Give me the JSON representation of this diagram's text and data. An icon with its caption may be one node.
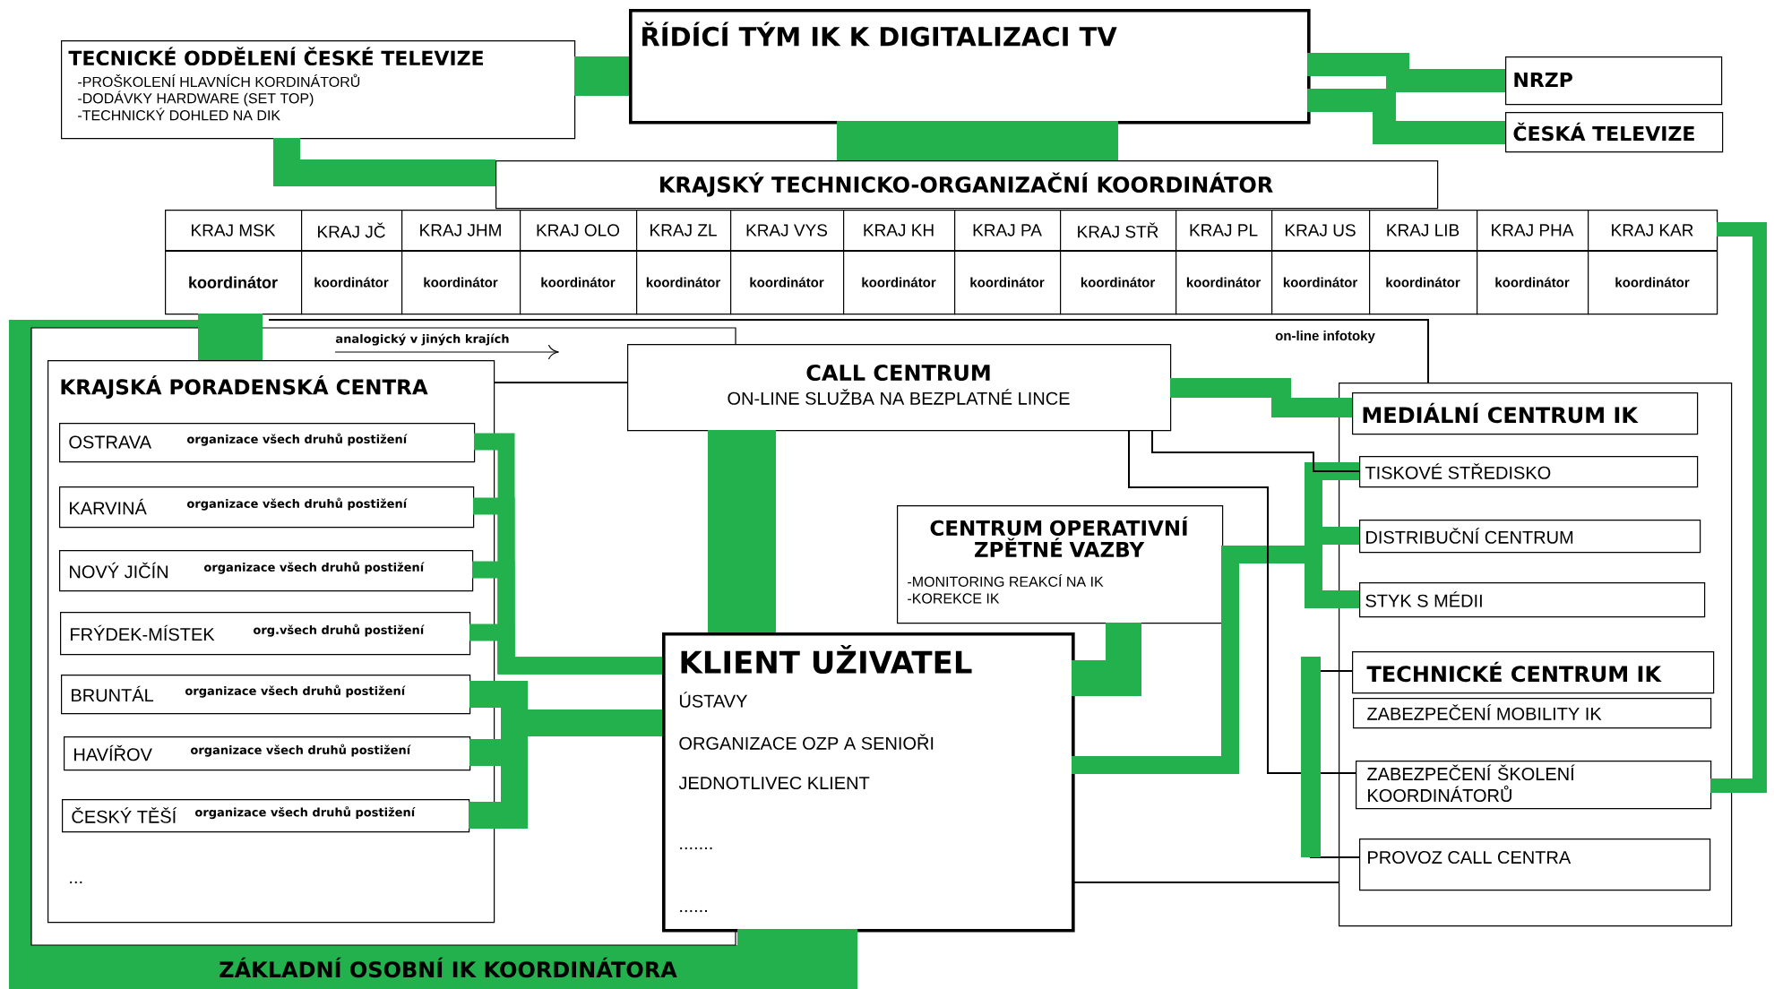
{
  "diagram": {
    "nodes": [
      {
        "text": [
          "ŘÍDÍCÍ TÝM IK K DIGITALIZACI TV"
        ]
      },
      {
        "text": [
          "TECNICKÉ ODDĚLENÍ ČESKÉ TELEVIZE",
          "-PROŠKOLENÍ HLAVNÍCH KORDINÁTORŮ",
          "-DODÁVKY HARDWARE (SET TOP)",
          "-TECHNICKÝ DOHLED NA DIK"
        ]
      },
      {
        "text": [
          "NRZP"
        ]
      },
      {
        "text": [
          "ČESKÁ TELEVIZE"
        ]
      },
      {
        "text": [
          "KRAJSKÝ TECHNICKO-ORGANIZAČNÍ KOORDINÁTOR"
        ]
      },
      {
        "text": [
          "KRAJ MSK",
          "koordinátor"
        ]
      },
      {
        "text": [
          "KRAJ JČ",
          "koordinátor"
        ]
      },
      {
        "text": [
          "KRAJ JHM",
          "koordinátor"
        ]
      },
      {
        "text": [
          "KRAJ OLO",
          "koordinátor"
        ]
      },
      {
        "text": [
          "KRAJ ZL",
          "koordinátor"
        ]
      },
      {
        "text": [
          "KRAJ VYS",
          "koordinátor"
        ]
      },
      {
        "text": [
          "KRAJ KH",
          "koordinátor"
        ]
      },
      {
        "text": [
          "KRAJ PA",
          "koordinátor"
        ]
      },
      {
        "text": [
          "KRAJ STŘ",
          "koordinátor"
        ]
      },
      {
        "text": [
          "KRAJ PL",
          "koordinátor"
        ]
      },
      {
        "text": [
          "KRAJ US",
          "koordinátor"
        ]
      },
      {
        "text": [
          "KRAJ LIB",
          "koordinátor"
        ]
      },
      {
        "text": [
          "KRAJ PHA",
          "koordinátor"
        ]
      },
      {
        "text": [
          "KRAJ KAR",
          "koordinátor"
        ]
      },
      {
        "text": [
          "ZÁKLADNÍ OSOBNÍ IK KOORDINÁTORA"
        ]
      },
      {
        "text": [
          "KRAJSKÁ PORADENSKÁ CENTRA",
          "..."
        ],
        "in": 19
      },
      {
        "text": [
          "OSTRAVA",
          "organizace všech druhů postižení"
        ],
        "in": 20
      },
      {
        "text": [
          "KARVINÁ",
          "organizace všech druhů postižení"
        ],
        "in": 20
      },
      {
        "text": [
          "NOVÝ JIČÍN",
          "organizace všech druhů postižení"
        ],
        "in": 20
      },
      {
        "text": [
          "FRÝDEK-MÍSTEK",
          "org.všech druhů postižení"
        ],
        "in": 20
      },
      {
        "text": [
          "BRUNTÁL",
          "organizace všech druhů postižení"
        ],
        "in": 20
      },
      {
        "text": [
          "HAVÍŘOV",
          "organizace všech druhů postižení"
        ],
        "in": 20
      },
      {
        "text": [
          "ČESKÝ TĚŠÍ",
          "organizace všech druhů postižení"
        ],
        "in": 20
      },
      {
        "text": [
          "CALL CENTRUM",
          "ON-LINE SLUŽBA NA BEZPLATNÉ LINCE"
        ]
      },
      {
        "text": [
          "CENTRUM OPERATIVNÍ ZPĚTNÉ VAZBY",
          "-MONITORING REAKCÍ NA IK",
          "-KOREKCE IK"
        ]
      },
      {
        "text": [
          "KLIENT UŽIVATEL",
          "ÚSTAVY",
          "ORGANIZACE OZP A SENIOŘI",
          "JEDNOTLIVEC KLIENT",
          ".......",
          "......"
        ]
      },
      {
        "text": [],
        "shape": "box"
      },
      {
        "text": [
          "MEDIÁLNÍ CENTRUM IK"
        ],
        "in": 31
      },
      {
        "text": [
          "TISKOVÉ STŘEDISKO"
        ],
        "in": 31
      },
      {
        "text": [
          "DISTRIBUČNÍ CENTRUM"
        ],
        "in": 31
      },
      {
        "text": [
          "STYK S MÉDII"
        ],
        "in": 31
      },
      {
        "text": [
          "TECHNICKÉ CENTRUM IK"
        ],
        "in": 31
      },
      {
        "text": [
          "ZABEZPEČENÍ MOBILITY IK"
        ],
        "in": 31
      },
      {
        "text": [
          "ZABEZPEČENÍ ŠKOLENÍ KOORDINÁTORŮ"
        ],
        "in": 31
      },
      {
        "text": [
          "PROVOZ CALL CENTRA"
        ],
        "in": 31
      }
    ],
    "edges": [
      {
        "from": 1,
        "to": 0,
        "arrow": "none",
        "style": "thick"
      },
      {
        "from": 1,
        "to": 4,
        "arrow": "none"
      },
      {
        "from": 0,
        "to": 4,
        "arrow": "none",
        "style": "thick"
      },
      {
        "from": 0,
        "to": 2,
        "arrow": "none"
      },
      {
        "from": 0,
        "to": 3,
        "arrow": "none"
      },
      {
        "from": 18,
        "to": 38,
        "arrow": "none"
      },
      {
        "from": 5,
        "to": 20,
        "arrow": "none",
        "style": "thick"
      },
      {
        "from": 19,
        "to": 30,
        "arrow": "none",
        "style": "thick"
      },
      {
        "from": 21,
        "to": 30,
        "arrow": "none"
      },
      {
        "from": 22,
        "to": 30,
        "arrow": "none"
      },
      {
        "from": 23,
        "to": 30,
        "arrow": "none"
      },
      {
        "from": 24,
        "to": 30,
        "arrow": "none"
      },
      {
        "from": 25,
        "to": 30,
        "arrow": "none"
      },
      {
        "from": 26,
        "to": 30,
        "arrow": "none"
      },
      {
        "from": 27,
        "to": 30,
        "arrow": "none"
      },
      {
        "from": 28,
        "to": 30,
        "arrow": "none",
        "style": "thick"
      },
      {
        "from": 29,
        "to": 30,
        "arrow": "none",
        "style": "thick"
      },
      {
        "from": 28,
        "to": 32,
        "arrow": "none"
      },
      {
        "from": 30,
        "to": 33,
        "arrow": "none"
      },
      {
        "from": 30,
        "to": 34,
        "arrow": "none"
      },
      {
        "from": 30,
        "to": 35,
        "arrow": "none"
      },
      {
        "from": 20,
        "to": 28,
        "arrow": "none",
        "color": "#000000"
      },
      {
        "from": 19,
        "to": 31,
        "arrow": "none",
        "label": "on-line infotoky",
        "color": "#000000"
      },
      {
        "from": 28,
        "to": 33,
        "arrow": "none",
        "color": "#000000"
      },
      {
        "from": 30,
        "to": 31,
        "arrow": "none",
        "color": "#000000"
      },
      {
        "from": 28,
        "to": 36,
        "arrow": "none",
        "color": "#000000"
      },
      {
        "from": 28,
        "to": 38,
        "arrow": "none",
        "color": "#000000"
      },
      {
        "from": 28,
        "to": 39,
        "arrow": "none",
        "color": "#000000"
      }
    ],
    "labels": [
      "analogický v jiných krajích"
    ]
  }
}
